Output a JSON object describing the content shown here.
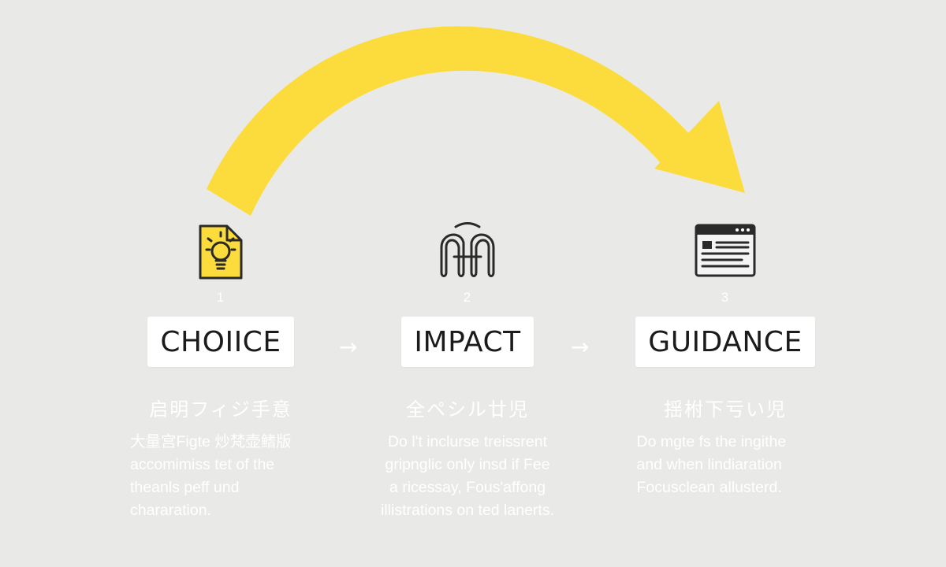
{
  "colors": {
    "accent": "#fcdc3c",
    "icon_stroke": "#2a2a2a",
    "background": "#e9e9e8",
    "card": "#ffffff"
  },
  "steps": [
    {
      "number": "1",
      "title": "CHOIICE",
      "icon": "lightbulb-document-icon",
      "subtitle": "启明フィジ手意",
      "description": [
        "大量宫Figte 炒梵壶鳍版",
        "accomimiss tet of the",
        "theanls peff und",
        "chararation."
      ]
    },
    {
      "number": "2",
      "title": "IMPACT",
      "icon": "linked-rings-icon",
      "subtitle": "全ペシル廿児",
      "description": [
        "Do l't inclurse treissrent",
        "gripnglic only insd if Fee",
        "a ricessay, Fous'affong",
        "illistrations on ted lanerts."
      ]
    },
    {
      "number": "3",
      "title": "GUIDANCE",
      "icon": "browser-window-icon",
      "subtitle": "揺柎下亏い児",
      "description": [
        "Do mgte fs the ingithe",
        "and when lindiaration",
        "Focusclean allusterd."
      ]
    }
  ],
  "connectors": [
    "→",
    "→"
  ]
}
